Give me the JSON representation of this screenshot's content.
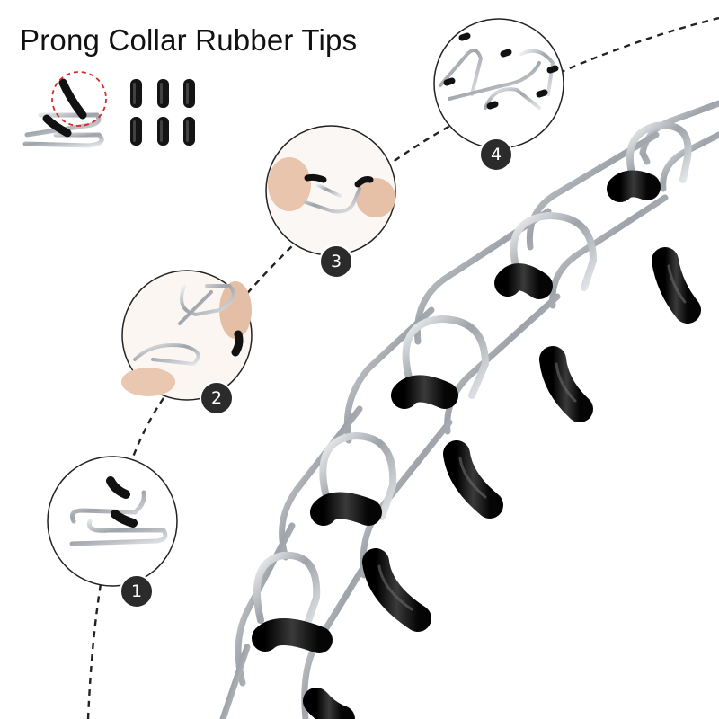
{
  "title": "Prong Collar Rubber Tips",
  "steps": [
    {
      "label": "1"
    },
    {
      "label": "2"
    },
    {
      "label": "3"
    },
    {
      "label": "4"
    }
  ],
  "colors": {
    "background": "#ffffff",
    "chrome": "#c9ccd0",
    "rubber_tip": "#141414",
    "badge": "#2b2b2b",
    "highlight_ring": "#d62b2b"
  }
}
